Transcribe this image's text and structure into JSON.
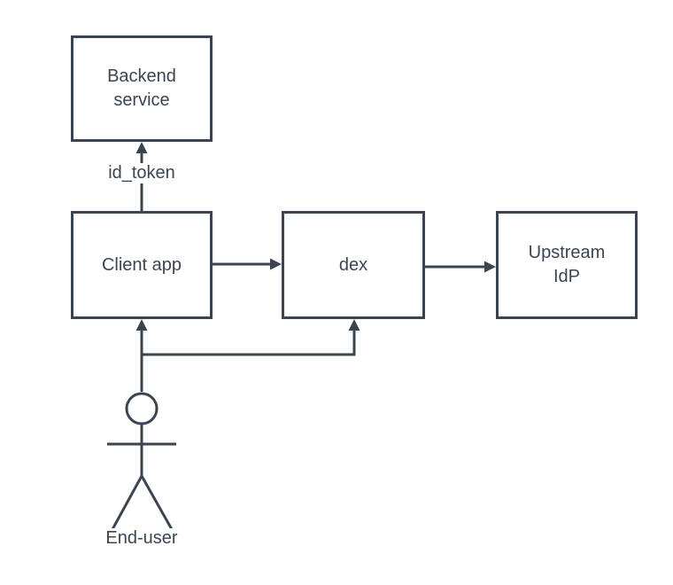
{
  "colors": {
    "stroke": "#3a4551",
    "fill": "#ffffff",
    "text": "#3a4551",
    "background": "#ffffff"
  },
  "nodes": {
    "backend": {
      "lines": [
        "Backend",
        "service"
      ]
    },
    "client": {
      "lines": [
        "Client app"
      ]
    },
    "dex": {
      "lines": [
        "dex"
      ]
    },
    "idp": {
      "lines": [
        "Upstream",
        "IdP"
      ]
    }
  },
  "edges": {
    "id_token_label": "id_token"
  },
  "actor": {
    "label": "End-user"
  }
}
